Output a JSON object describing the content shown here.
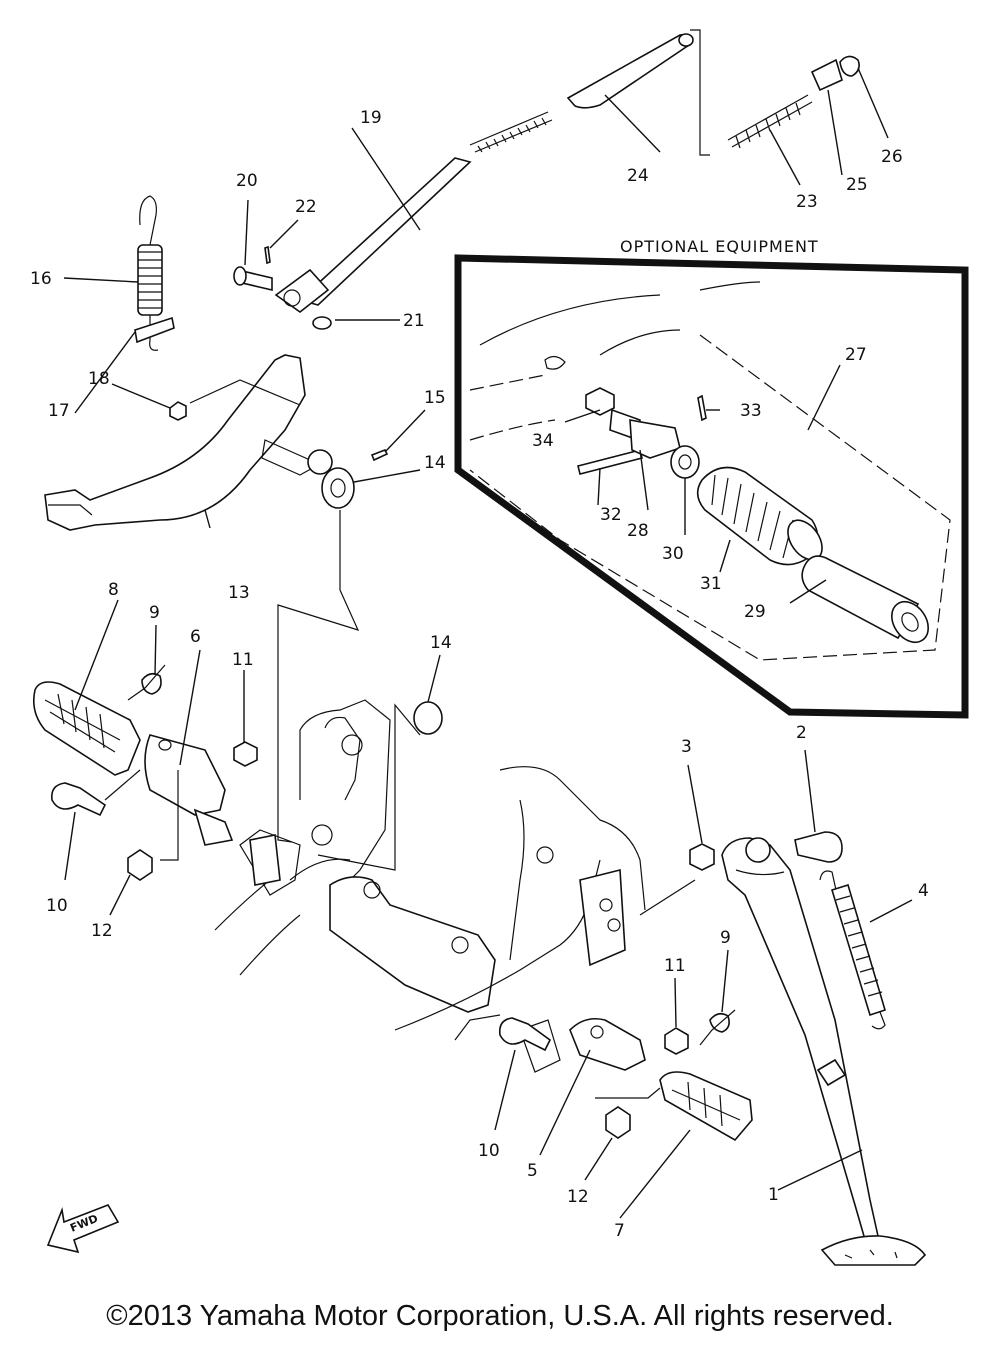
{
  "optional_label": "OPTIONAL EQUIPMENT",
  "fwd_label": "FWD",
  "copyright": "©2013 Yamaha Motor Corporation, U.S.A. All rights reserved.",
  "callouts": {
    "c1": "1",
    "c2": "2",
    "c3": "3",
    "c4": "4",
    "c5": "5",
    "c6": "6",
    "c7": "7",
    "c8": "8",
    "c9a": "9",
    "c9b": "9",
    "c10a": "10",
    "c10b": "10",
    "c11a": "11",
    "c11b": "11",
    "c12a": "12",
    "c12b": "12",
    "c13": "13",
    "c14a": "14",
    "c14b": "14",
    "c15": "15",
    "c16": "16",
    "c17": "17",
    "c18": "18",
    "c19": "19",
    "c20": "20",
    "c21": "21",
    "c22": "22",
    "c23": "23",
    "c24": "24",
    "c25": "25",
    "c26": "26",
    "c27": "27",
    "c28": "28",
    "c29": "29",
    "c30": "30",
    "c31": "31",
    "c32": "32",
    "c33": "33",
    "c34": "34"
  }
}
